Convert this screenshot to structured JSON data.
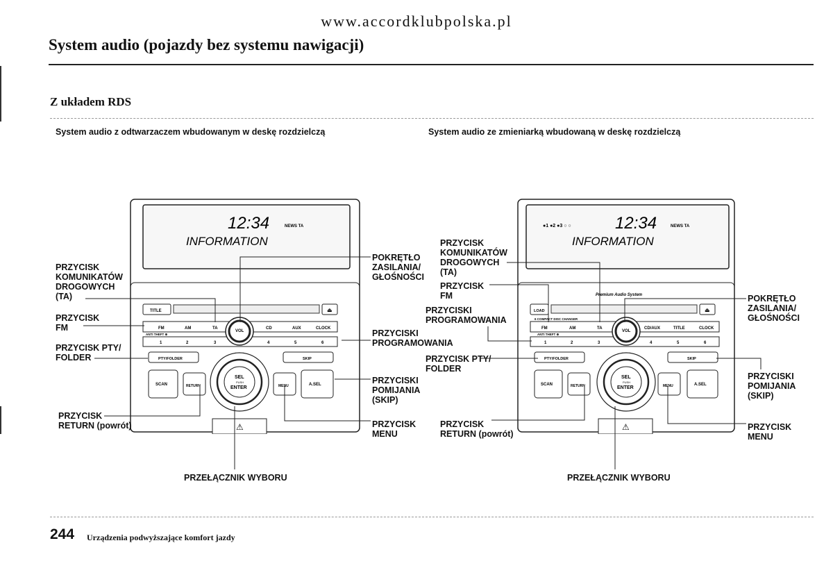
{
  "header": {
    "site": "www.accordklubpolska.pl",
    "title": "System audio (pojazdy bez systemu nawigacji)",
    "subtitle": "Z układem RDS"
  },
  "left_panel": {
    "caption": "System audio z odtwarzaczem wbudowanym w deskę rozdzielczą",
    "display": {
      "time": "12:34",
      "text": "INFORMATION",
      "indicator": "NEWS TA"
    },
    "buttons": {
      "title": "TITLE",
      "fm": "FM",
      "am": "AM",
      "ta": "TA",
      "cd": "CD",
      "aux": "AUX",
      "clock": "CLOCK",
      "anti_theft": "ANTI THEFT ⊕",
      "presets": [
        "1",
        "2",
        "3",
        "4",
        "5",
        "6"
      ],
      "vol": "VOL",
      "pty_folder": "PTY/FOLDER",
      "skip": "SKIP",
      "scan": "SCAN",
      "return": "RETURN",
      "sel": "SEL",
      "push": "PUSH",
      "enter": "ENTER",
      "menu": "MENU",
      "asel": "A.SEL"
    },
    "labels": {
      "ta_button": "PRZYCISK\nKOMUNIKATÓW\nDROGOWYCH\n(TA)",
      "fm_button": "PRZYCISK\nFM",
      "pty_button": "PRZYCISK PTY/\nFOLDER",
      "return_button": "PRZYCISK\nRETURN (powrót)",
      "power_volume": "POKRĘTŁO\nZASILANIA/\nGŁOŚNOŚCI",
      "preset_buttons": "PRZYCISKI\nPROGRAMOWANIA",
      "skip_buttons": "PRZYCISKI\nPOMIJANIA\n(SKIP)",
      "menu_button": "PRZYCISK\nMENU",
      "selector": "PRZEŁĄCZNIK WYBORU"
    }
  },
  "right_panel": {
    "caption": "System audio ze zmieniarką wbudowaną w deskę rozdzielczą",
    "display": {
      "time": "12:34",
      "text": "INFORMATION",
      "indicator": "NEWS TA",
      "discs": "●1 ●2 ●3 ○ ○"
    },
    "brand": "Premium Audio System",
    "buttons": {
      "load": "LOAD",
      "changer": "6 COMPACT DISC CHANGER",
      "fm": "FM",
      "am": "AM",
      "ta": "TA",
      "cd_aux": "CD/AUX",
      "title": "TITLE",
      "clock": "CLOCK",
      "anti_theft": "ANTI THEFT ⊕",
      "presets": [
        "1",
        "2",
        "3",
        "4",
        "5",
        "6"
      ],
      "vol": "VOL",
      "pty_folder": "PTY/FOLDER",
      "skip": "SKIP",
      "scan": "SCAN",
      "return": "RETURN",
      "sel": "SEL",
      "push": "PUSH",
      "enter": "ENTER",
      "menu": "MENU",
      "asel": "A.SEL"
    },
    "labels": {
      "ta_button": "PRZYCISK\nKOMUNIKATÓW\nDROGOWYCH\n(TA)",
      "fm_button": "PRZYCISK\nFM",
      "preset_buttons": "PRZYCISKI\nPROGRAMOWANIA",
      "pty_button": "PRZYCISK PTY/\nFOLDER",
      "return_button": "PRZYCISK\nRETURN (powrót)",
      "power_volume": "POKRĘTŁO\nZASILANIA/\nGŁOŚNOŚCI",
      "skip_buttons": "PRZYCISKI\nPOMIJANIA\n(SKIP)",
      "menu_button": "PRZYCISK\nMENU",
      "selector": "PRZEŁĄCZNIK WYBORU"
    }
  },
  "footer": {
    "page_number": "244",
    "section": "Urządzenia podwyższające komfort jazdy"
  }
}
